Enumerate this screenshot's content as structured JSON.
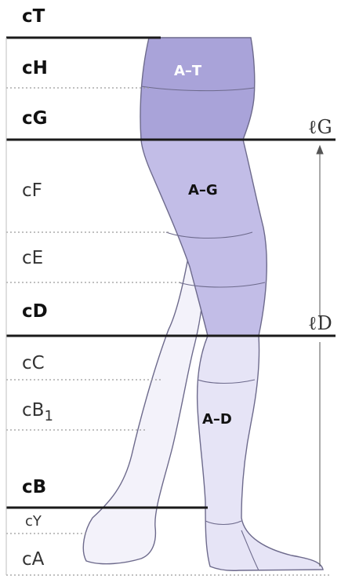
{
  "levels": [
    {
      "label": "cT",
      "weight": "bold"
    },
    {
      "label": "cH",
      "weight": "bold"
    },
    {
      "label": "cG",
      "weight": "bold"
    },
    {
      "label": "cF",
      "weight": "normal"
    },
    {
      "label": "cE",
      "weight": "normal"
    },
    {
      "label": "cD",
      "weight": "bold"
    },
    {
      "label": "cC",
      "weight": "normal"
    },
    {
      "label": "cB",
      "subscript": "1",
      "weight": "normal"
    },
    {
      "label": "cB",
      "weight": "bold"
    },
    {
      "label": "cY",
      "weight": "normal"
    },
    {
      "label": "cA",
      "weight": "normal"
    }
  ],
  "zones": {
    "at": "A–T",
    "ag": "A–G",
    "ad": "A–D"
  },
  "measures": {
    "lg": "ℓG",
    "ld": "ℓD"
  },
  "colors": {
    "zone_at": "#a9a3d9",
    "zone_ag": "#c2bde7",
    "zone_ad": "#e6e4f6",
    "skin": "#f3f2fa",
    "outline": "#6d6a8c",
    "line_heavy": "#1a1a1a",
    "line_dotted": "#9a9a9a"
  }
}
